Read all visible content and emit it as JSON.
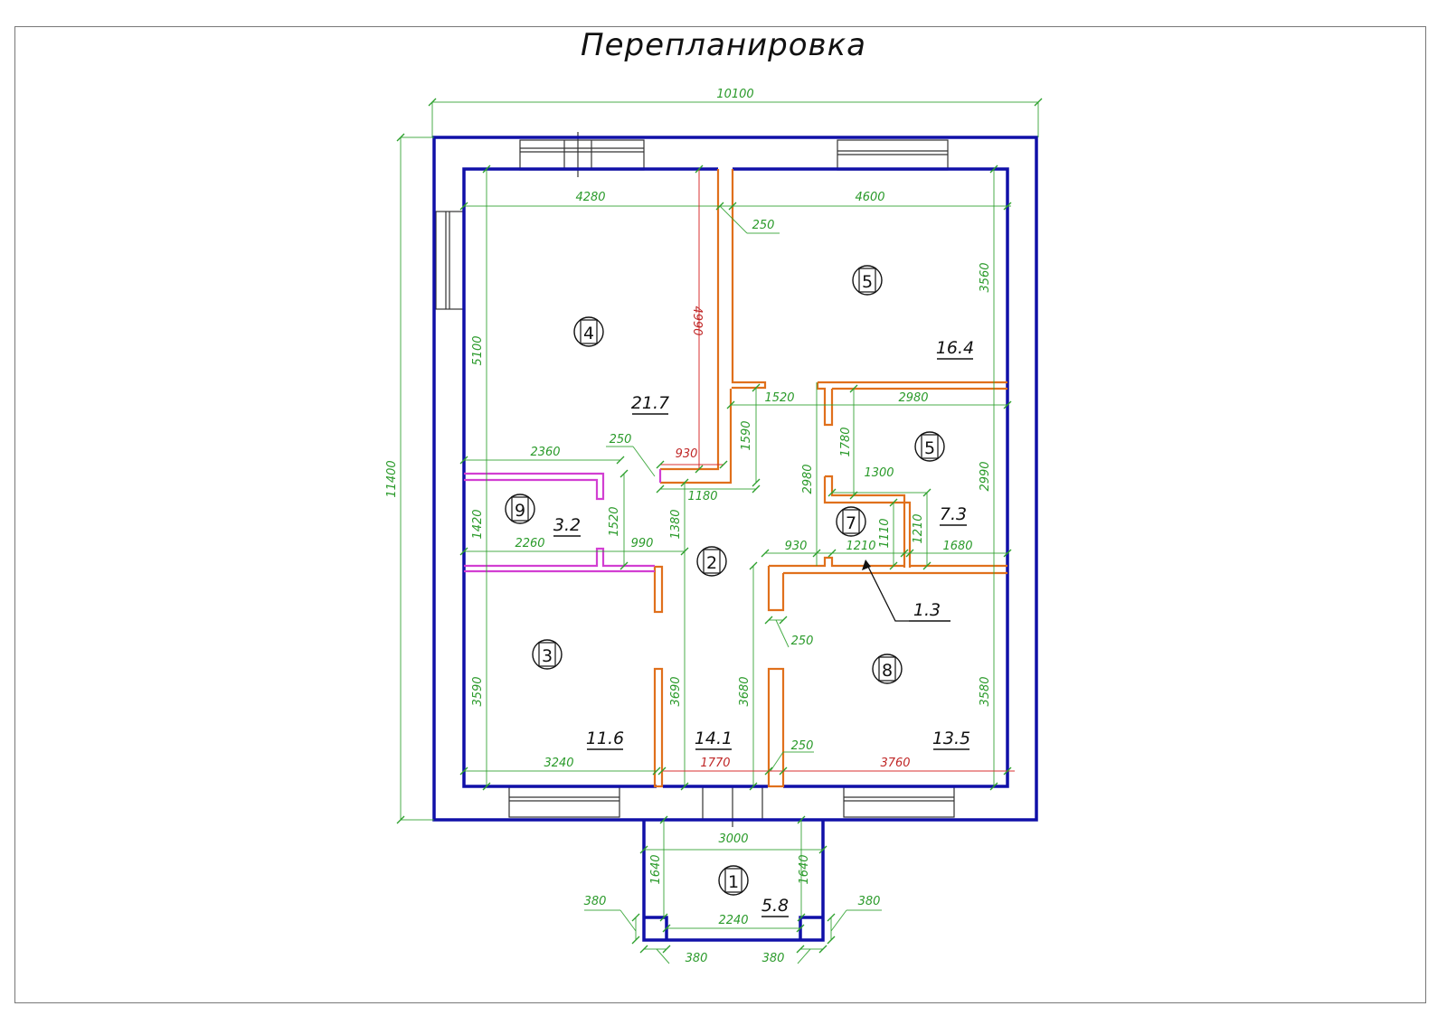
{
  "title": "Перепланировка",
  "colors": {
    "outer_wall": "#1010a8",
    "partition": "#e0701c",
    "partition_new": "#d23fd2",
    "dimension": "#2ca02c",
    "dimension_highlight": "#c02828"
  },
  "rooms": [
    {
      "id": "4",
      "area": "21.7"
    },
    {
      "id": "5",
      "area": "16.4"
    },
    {
      "id": "5",
      "area": "7.3"
    },
    {
      "id": "9",
      "area": "3.2"
    },
    {
      "id": "2",
      "area": "14.1"
    },
    {
      "id": "7",
      "area": "1.3"
    },
    {
      "id": "3",
      "area": "11.6"
    },
    {
      "id": "8",
      "area": "13.5"
    },
    {
      "id": "1",
      "area": "5.8"
    }
  ],
  "dimensions": {
    "overall_width": "10100",
    "overall_height": "11400",
    "room4_width": "4280",
    "room5_width": "4600",
    "partition_250_top": "250",
    "room5_height": "3560",
    "room4_height": "5100",
    "red_4990": "4990",
    "dim_1520_top": "1520",
    "dim_2980_top": "2980",
    "dim_1590": "1590",
    "dim_1780": "1780",
    "dim_2980_vert": "2980",
    "dim_2990": "2990",
    "dim_1300": "1300",
    "dim_2360": "2360",
    "dim_250_mid": "250",
    "red_930": "930",
    "dim_1180": "1180",
    "dim_1380": "1380",
    "dim_1420": "1420",
    "dim_1520_vert": "1520",
    "dim_2260": "2260",
    "dim_990": "990",
    "dim_930": "930",
    "dim_1210_h": "1210",
    "dim_1110": "1110",
    "dim_1210_v": "1210",
    "dim_1680": "1680",
    "dim_250_lower": "250",
    "dim_3590": "3590",
    "dim_3690": "3690",
    "dim_3680": "3680",
    "dim_3580": "3580",
    "dim_250_bottom": "250",
    "dim_3240": "3240",
    "red_1770": "1770",
    "red_3760": "3760",
    "porch_width": "3000",
    "porch_left_h": "1640",
    "porch_right_h": "1640",
    "porch_inner": "2240",
    "porch_380_tl": "380",
    "porch_380_tr": "380",
    "porch_380_bl": "380",
    "porch_380_br": "380"
  }
}
